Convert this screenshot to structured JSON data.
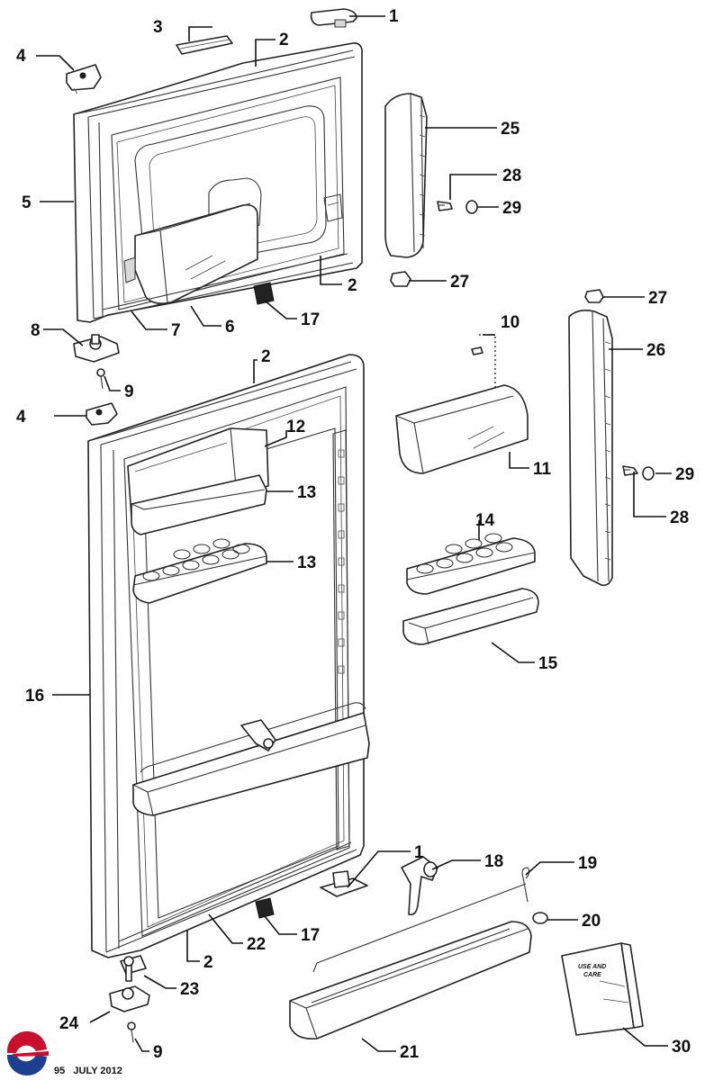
{
  "callouts": [
    {
      "id": "c1a",
      "label": "1"
    },
    {
      "id": "c2a",
      "label": "2"
    },
    {
      "id": "c3",
      "label": "3"
    },
    {
      "id": "c4a",
      "label": "4"
    },
    {
      "id": "c5",
      "label": "5"
    },
    {
      "id": "c25",
      "label": "25"
    },
    {
      "id": "c28a",
      "label": "28"
    },
    {
      "id": "c29a",
      "label": "29"
    },
    {
      "id": "c2b",
      "label": "2"
    },
    {
      "id": "c27a",
      "label": "27"
    },
    {
      "id": "c17a",
      "label": "17"
    },
    {
      "id": "c6",
      "label": "6"
    },
    {
      "id": "c7",
      "label": "7"
    },
    {
      "id": "c8",
      "label": "8"
    },
    {
      "id": "c9a",
      "label": "9"
    },
    {
      "id": "c27b",
      "label": "27"
    },
    {
      "id": "c10",
      "label": "10"
    },
    {
      "id": "c26",
      "label": "26"
    },
    {
      "id": "c2c",
      "label": "2"
    },
    {
      "id": "c4b",
      "label": "4"
    },
    {
      "id": "c12",
      "label": "12"
    },
    {
      "id": "c11",
      "label": "11"
    },
    {
      "id": "c13a",
      "label": "13"
    },
    {
      "id": "c29b",
      "label": "29"
    },
    {
      "id": "c28b",
      "label": "28"
    },
    {
      "id": "c14",
      "label": "14"
    },
    {
      "id": "c13b",
      "label": "13"
    },
    {
      "id": "c15",
      "label": "15"
    },
    {
      "id": "c16",
      "label": "16"
    },
    {
      "id": "c1b",
      "label": "1"
    },
    {
      "id": "c18",
      "label": "18"
    },
    {
      "id": "c19",
      "label": "19"
    },
    {
      "id": "c20",
      "label": "20"
    },
    {
      "id": "c17b",
      "label": "17"
    },
    {
      "id": "c2d",
      "label": "2"
    },
    {
      "id": "c22",
      "label": "22"
    },
    {
      "id": "c23",
      "label": "23"
    },
    {
      "id": "c24",
      "label": "24"
    },
    {
      "id": "c9b",
      "label": "9"
    },
    {
      "id": "c21",
      "label": "21"
    },
    {
      "id": "c30",
      "label": "30"
    }
  ],
  "manual": {
    "line1": "USE AND",
    "line2": "CARE"
  },
  "footer": {
    "code": "95",
    "date": "JULY 2012"
  },
  "colors": {
    "logo_red": "#c8102e",
    "logo_blue": "#1d3f8f"
  }
}
